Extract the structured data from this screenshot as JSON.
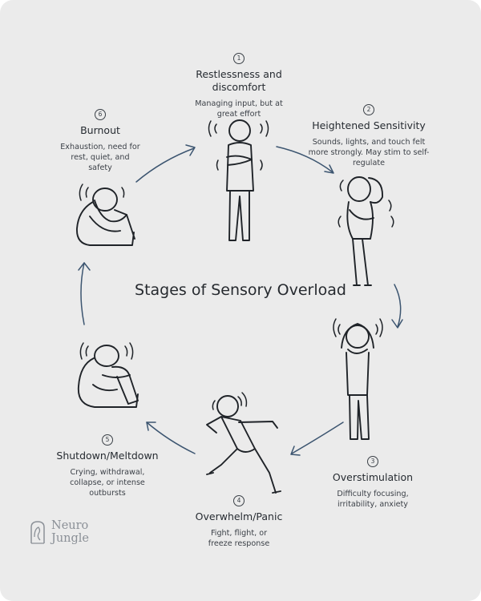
{
  "title": "Stages of Sensory Overload",
  "stages": [
    {
      "num": "1",
      "title": "Restlessness and discomfort",
      "desc": "Managing input, but at great effort"
    },
    {
      "num": "2",
      "title": "Heightened Sensitivity",
      "desc": "Sounds, lights, and touch felt more strongly. May stim to self-regulate"
    },
    {
      "num": "3",
      "title": "Overstimulation",
      "desc": "Difficulty focusing, irritability, anxiety"
    },
    {
      "num": "4",
      "title": "Overwhelm/Panic",
      "desc": "Fight, flight, or freeze response"
    },
    {
      "num": "5",
      "title": "Shutdown/Meltdown",
      "desc": "Crying, withdrawal, collapse, or intense outbursts"
    },
    {
      "num": "6",
      "title": "Burnout",
      "desc": "Exhaustion, need for rest, quiet, and safety"
    }
  ],
  "brand": {
    "line1": "Neuro",
    "line2": "Jungle"
  },
  "colors": {
    "background": "#ebebeb",
    "arrow": "#3c5570",
    "text": "#262b31",
    "logo": "#8b9097"
  }
}
